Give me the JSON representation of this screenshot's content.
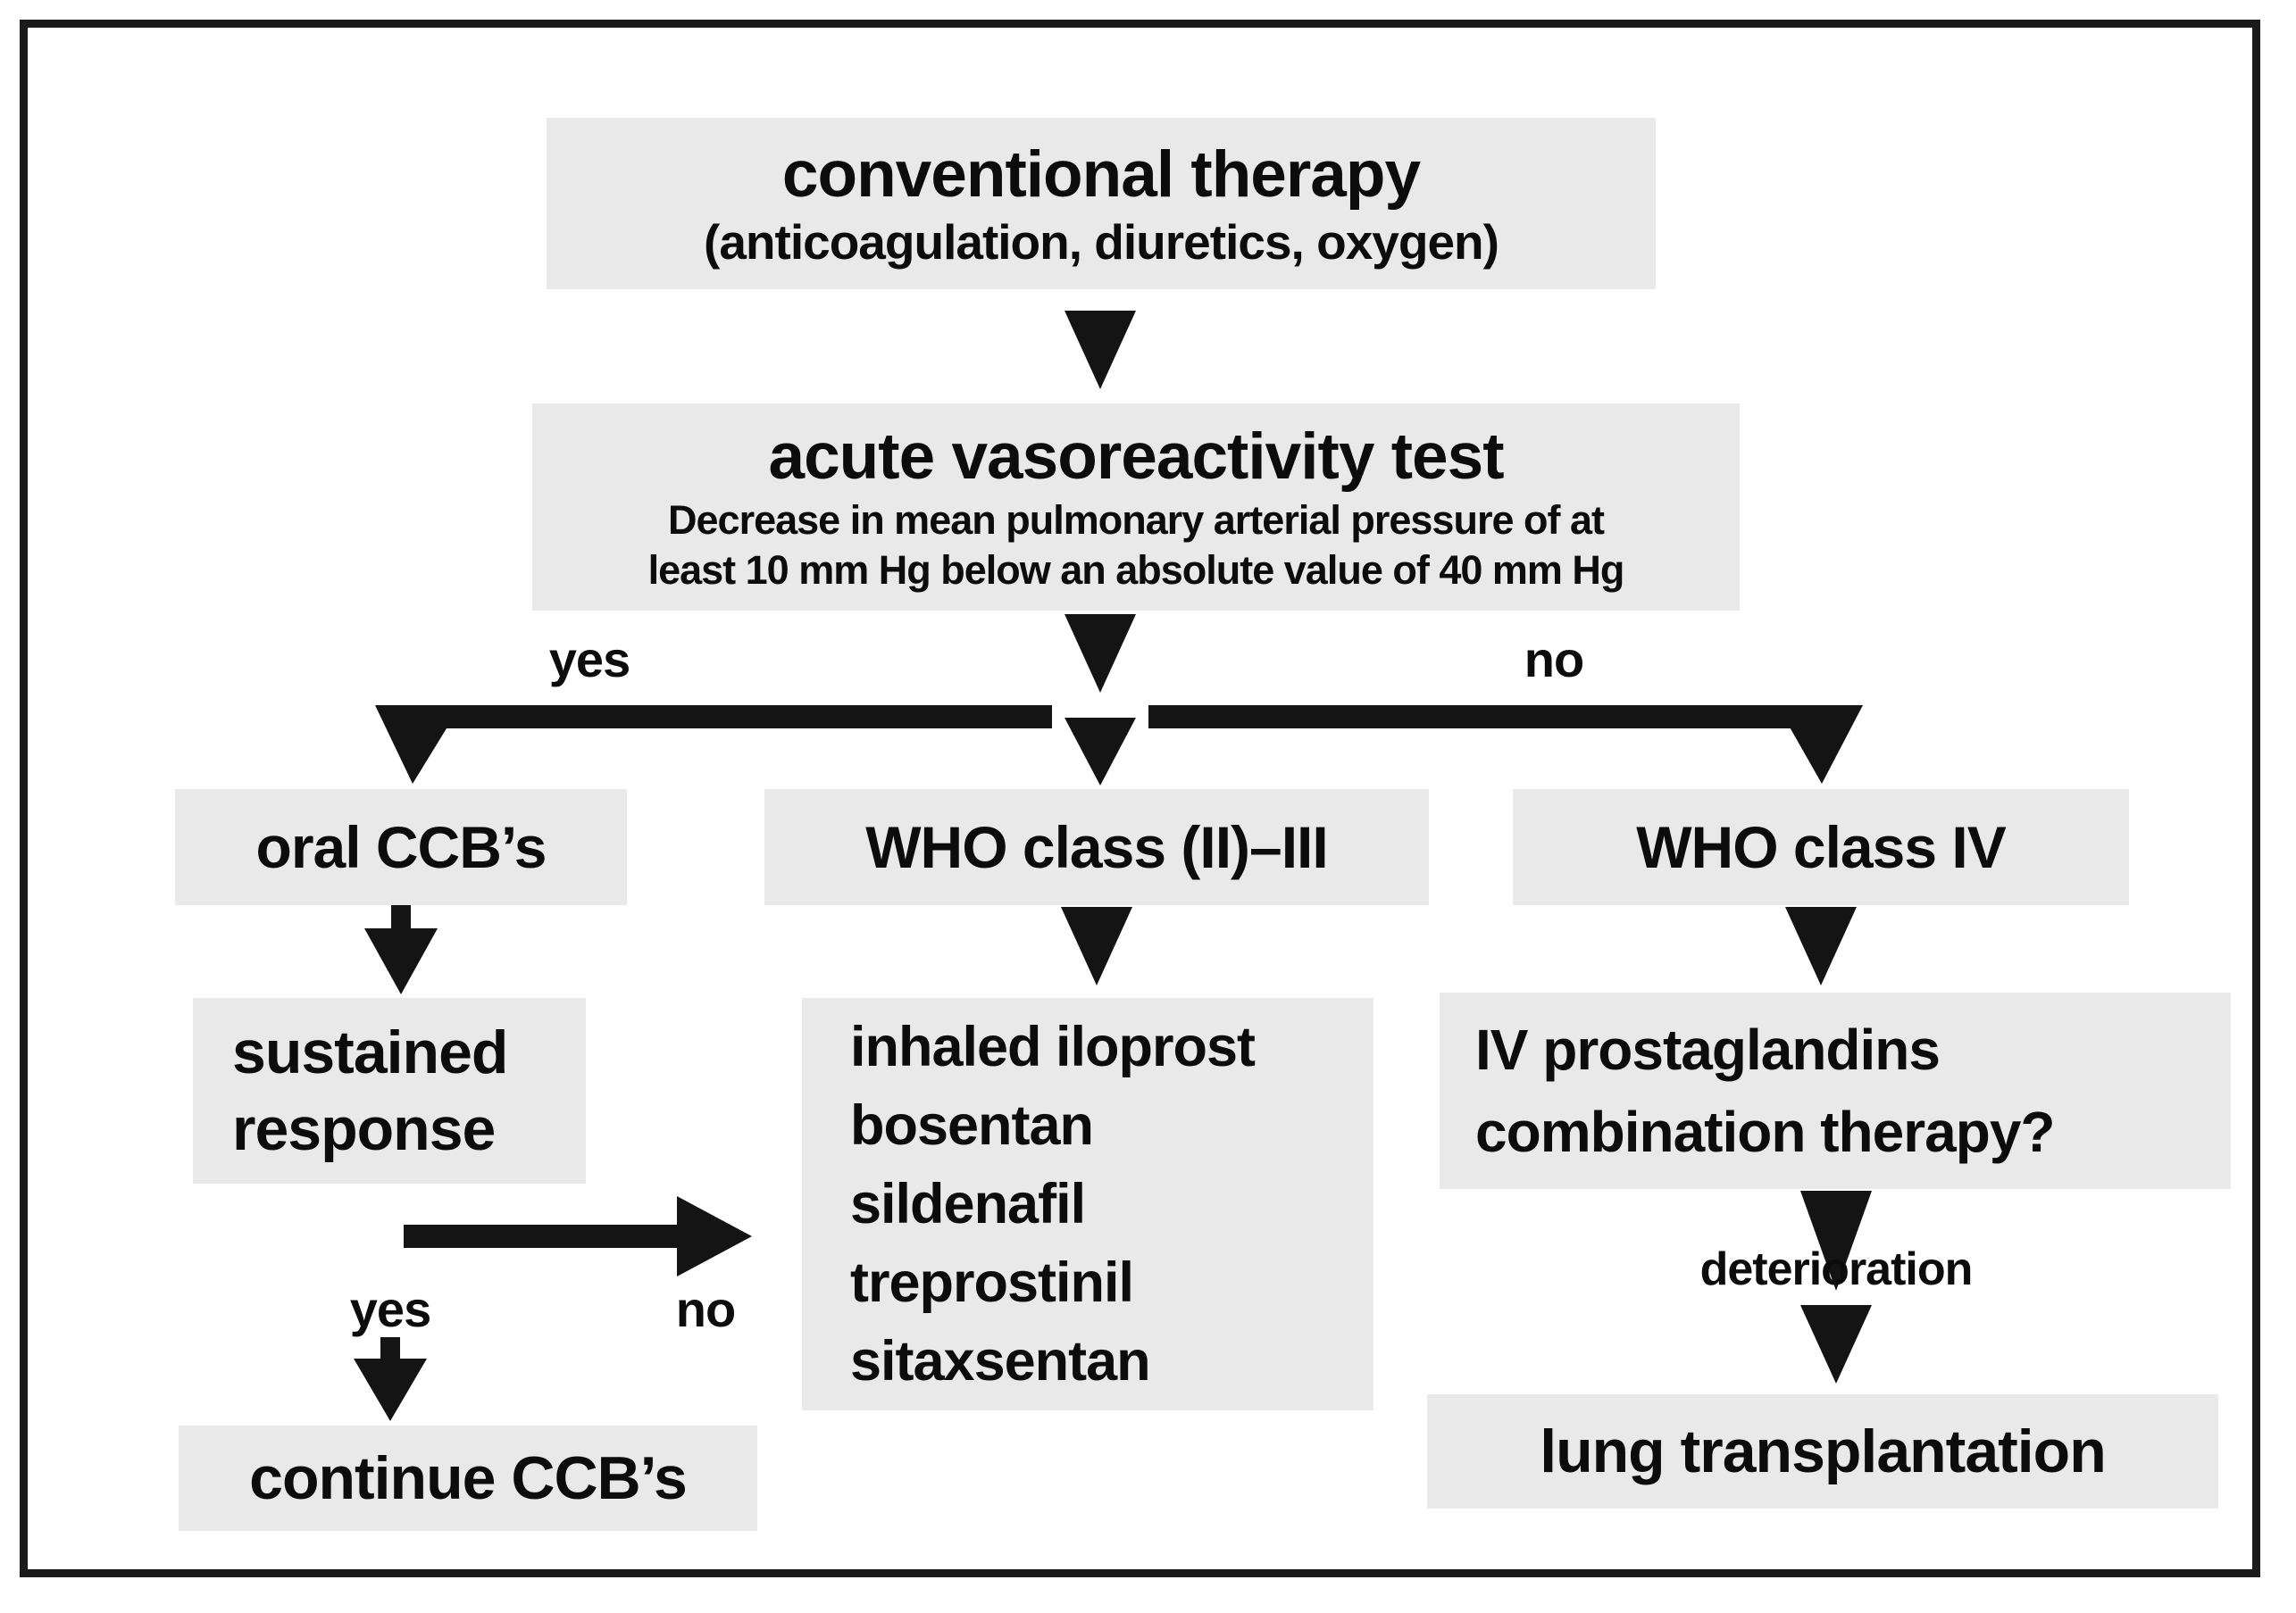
{
  "diagram": {
    "nodes": {
      "conventional_therapy": {
        "title": "conventional therapy",
        "subtitle": "(anticoagulation, diuretics, oxygen)"
      },
      "vasoreactivity_test": {
        "title": "acute vasoreactivity test",
        "note_line1": "Decrease in mean pulmonary arterial pressure of at",
        "note_line2": "least 10 mm Hg below an absolute value of 40 mm Hg"
      },
      "oral_ccbs": {
        "label": "oral CCB’s"
      },
      "who_class_ii_iii": {
        "label": "WHO class (II)–III"
      },
      "who_class_iv": {
        "label": "WHO class IV"
      },
      "sustained_response": {
        "line1": "sustained",
        "line2": "response"
      },
      "pah_drugs": {
        "items": [
          "inhaled iloprost",
          "bosentan",
          "sildenafil",
          "treprostinil",
          "sitaxsentan"
        ]
      },
      "iv_prostaglandins": {
        "line1": "IV prostaglandins",
        "line2": "combination therapy?"
      },
      "continue_ccbs": {
        "label": "continue CCB’s"
      },
      "lung_transplantation": {
        "label": "lung transplantation"
      }
    },
    "edge_labels": {
      "vasoreactive_yes": "yes",
      "vasoreactive_no": "no",
      "sustained_yes": "yes",
      "sustained_no": "no",
      "deterioration": "deterioration"
    },
    "colors": {
      "node_bg": "#e9e9e9",
      "ink": "#141414",
      "page_bg": "#ffffff",
      "border": "#1b1b1b"
    }
  }
}
